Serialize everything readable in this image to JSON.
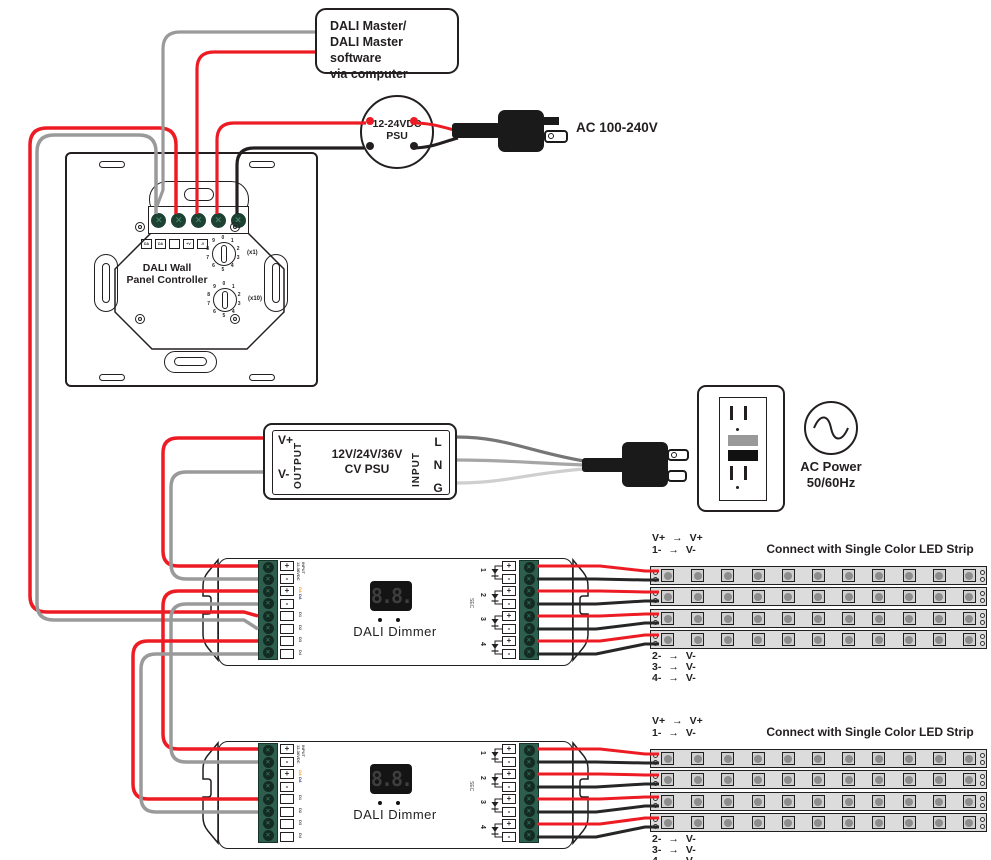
{
  "colors": {
    "red": "#ed1c24",
    "gray": "#9a9a9a",
    "dark": "#231f20",
    "green": "#2e5f4e",
    "orange": "#f7941d",
    "blue": "#2b3990"
  },
  "master_box": {
    "line1": "DALI Master/",
    "line2": "DALI Master software",
    "line3": "via computer"
  },
  "dc_psu": {
    "line1": "12-24VDC",
    "line2": "PSU"
  },
  "ac_plug": {
    "label": "AC 100-240V"
  },
  "wall_panel": {
    "title1": "DALI Wall",
    "title2": "Panel Controller",
    "dial1": "(x1)",
    "dial2": "(x10)",
    "digits": "0123456789",
    "dip_labels": [
      "DA",
      "DA",
      "",
      "+V",
      "-V"
    ]
  },
  "cv_psu": {
    "vplus": "V+",
    "vminus": "V-",
    "output": "OUTPUT",
    "title1": "12V/24V/36V",
    "title2": "CV PSU",
    "input": "INPUT",
    "l": "L",
    "n": "N",
    "g": "G"
  },
  "ac_power": {
    "line1": "AC Power",
    "line2": "50/60Hz"
  },
  "dimmer": {
    "label": "DALI Dimmer",
    "display": "8.8.",
    "sec": "SEC",
    "in1": "12-36VDC",
    "in2": "INPUT",
    "da1": "DA",
    "da2": "DA",
    "left_terminals": [
      "+",
      "-",
      "+",
      "-",
      "",
      "",
      "",
      ""
    ],
    "right_terminals": [
      "+",
      "-",
      "+",
      "-",
      "+",
      "-",
      "+",
      "-"
    ],
    "numbers": [
      "1",
      "2",
      "3",
      "4"
    ],
    "ch_labels": [
      "D1",
      "D2",
      "D3",
      "D4"
    ]
  },
  "strips": {
    "title": "Connect with Single Color LED Strip",
    "arrow": "→",
    "top_rows": [
      [
        "V+",
        "V+"
      ],
      [
        "1-",
        "V-"
      ]
    ],
    "bottom_rows": [
      [
        "2-",
        "V-"
      ],
      [
        "3-",
        "V-"
      ],
      [
        "4-",
        "V-"
      ]
    ]
  }
}
